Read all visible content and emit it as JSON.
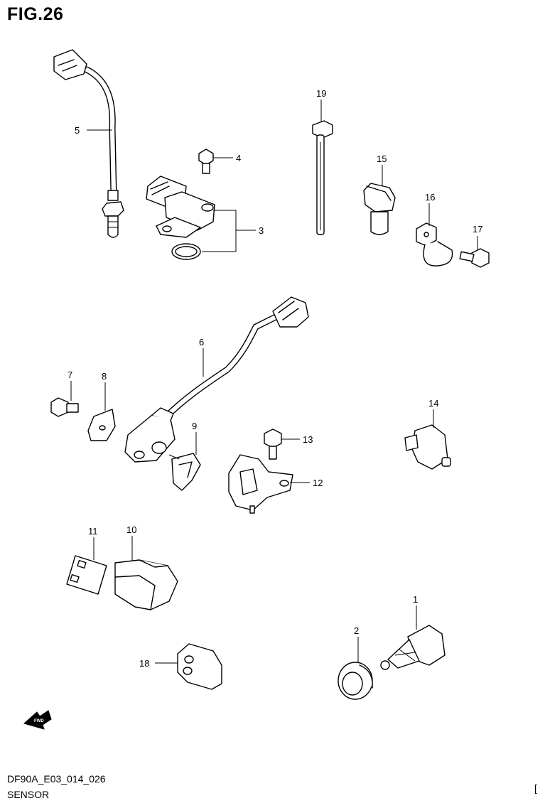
{
  "figure": {
    "title": "FIG.26",
    "code": "DF90A_E03_014_026",
    "name": "SENSOR",
    "corner_mark": "["
  },
  "parts": [
    {
      "ref": "1"
    },
    {
      "ref": "2"
    },
    {
      "ref": "3"
    },
    {
      "ref": "4"
    },
    {
      "ref": "5"
    },
    {
      "ref": "6"
    },
    {
      "ref": "7"
    },
    {
      "ref": "8"
    },
    {
      "ref": "9"
    },
    {
      "ref": "10"
    },
    {
      "ref": "11"
    },
    {
      "ref": "12"
    },
    {
      "ref": "13"
    },
    {
      "ref": "14"
    },
    {
      "ref": "15"
    },
    {
      "ref": "16"
    },
    {
      "ref": "17"
    },
    {
      "ref": "18"
    },
    {
      "ref": "19"
    }
  ],
  "front_arrow_label": "FWD"
}
